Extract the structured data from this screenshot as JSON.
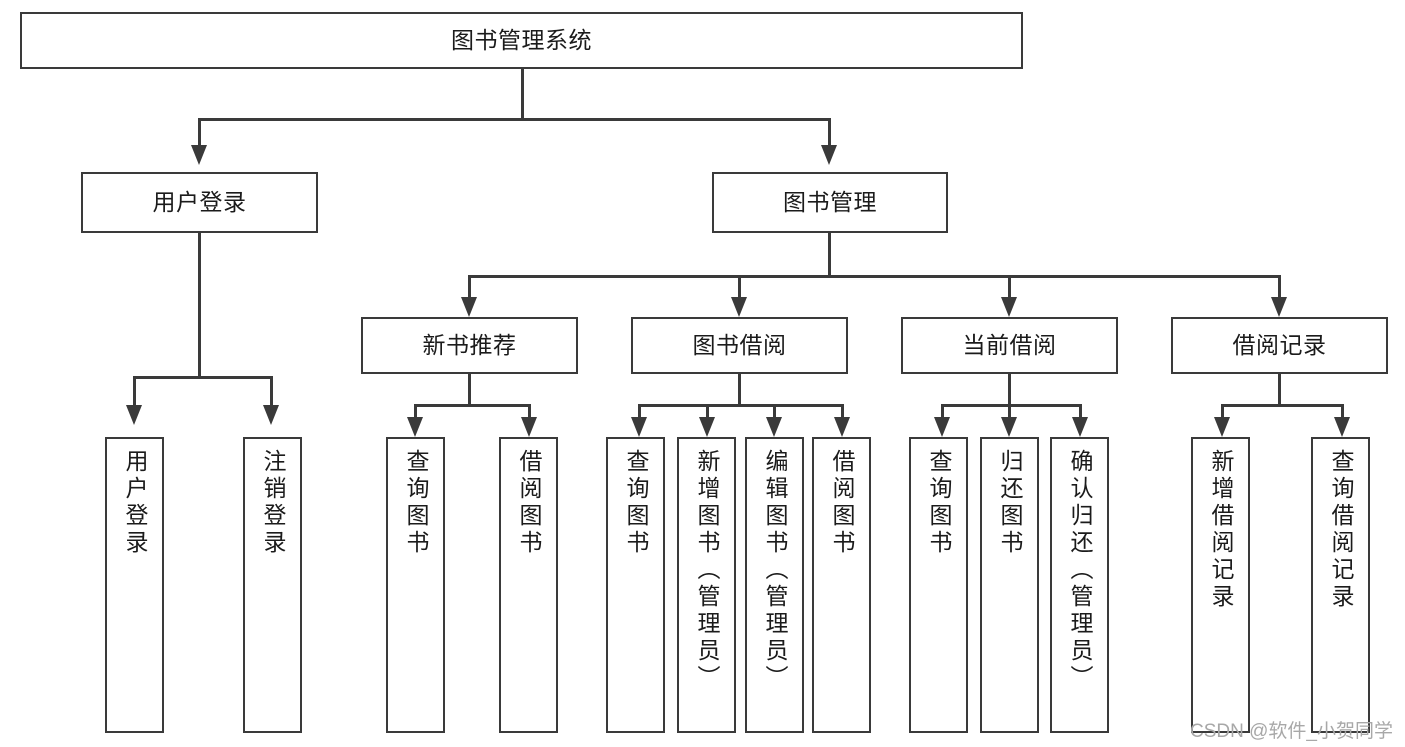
{
  "diagram": {
    "title": "图书管理系统",
    "type": "hierarchy-tree",
    "watermark": "CSDN @软件_小贺同学",
    "levels": {
      "root": "图书管理系统",
      "level1": [
        "用户登录",
        "图书管理"
      ],
      "level2": [
        "新书推荐",
        "图书借阅",
        "当前借阅",
        "借阅记录"
      ]
    },
    "nodes": {
      "root": {
        "label": "图书管理系统"
      },
      "user_login": {
        "label": "用户登录"
      },
      "book_manage": {
        "label": "图书管理"
      },
      "new_book_rec": {
        "label": "新书推荐"
      },
      "book_borrow": {
        "label": "图书借阅"
      },
      "current_borrow": {
        "label": "当前借阅"
      },
      "borrow_record": {
        "label": "借阅记录"
      },
      "leaf_user_login": {
        "label": "用户登录"
      },
      "leaf_logout": {
        "label": "注销登录"
      },
      "leaf_query_book_1": {
        "label": "查询图书"
      },
      "leaf_borrow_book_1": {
        "label": "借阅图书"
      },
      "leaf_query_book_2": {
        "label": "查询图书"
      },
      "leaf_add_book": {
        "label": "新增图书（管理员）"
      },
      "leaf_edit_book": {
        "label": "编辑图书（管理员）"
      },
      "leaf_borrow_book_2": {
        "label": "借阅图书"
      },
      "leaf_query_book_3": {
        "label": "查询图书"
      },
      "leaf_return_book": {
        "label": "归还图书"
      },
      "leaf_confirm_return": {
        "label": "确认归还（管理员）"
      },
      "leaf_add_record": {
        "label": "新增借阅记录"
      },
      "leaf_query_record": {
        "label": "查询借阅记录"
      }
    },
    "colors": {
      "stroke": "#3a3a3a",
      "fill": "#ffffff",
      "text": "#1b1b1b",
      "watermark": "#a8a8a8"
    }
  }
}
